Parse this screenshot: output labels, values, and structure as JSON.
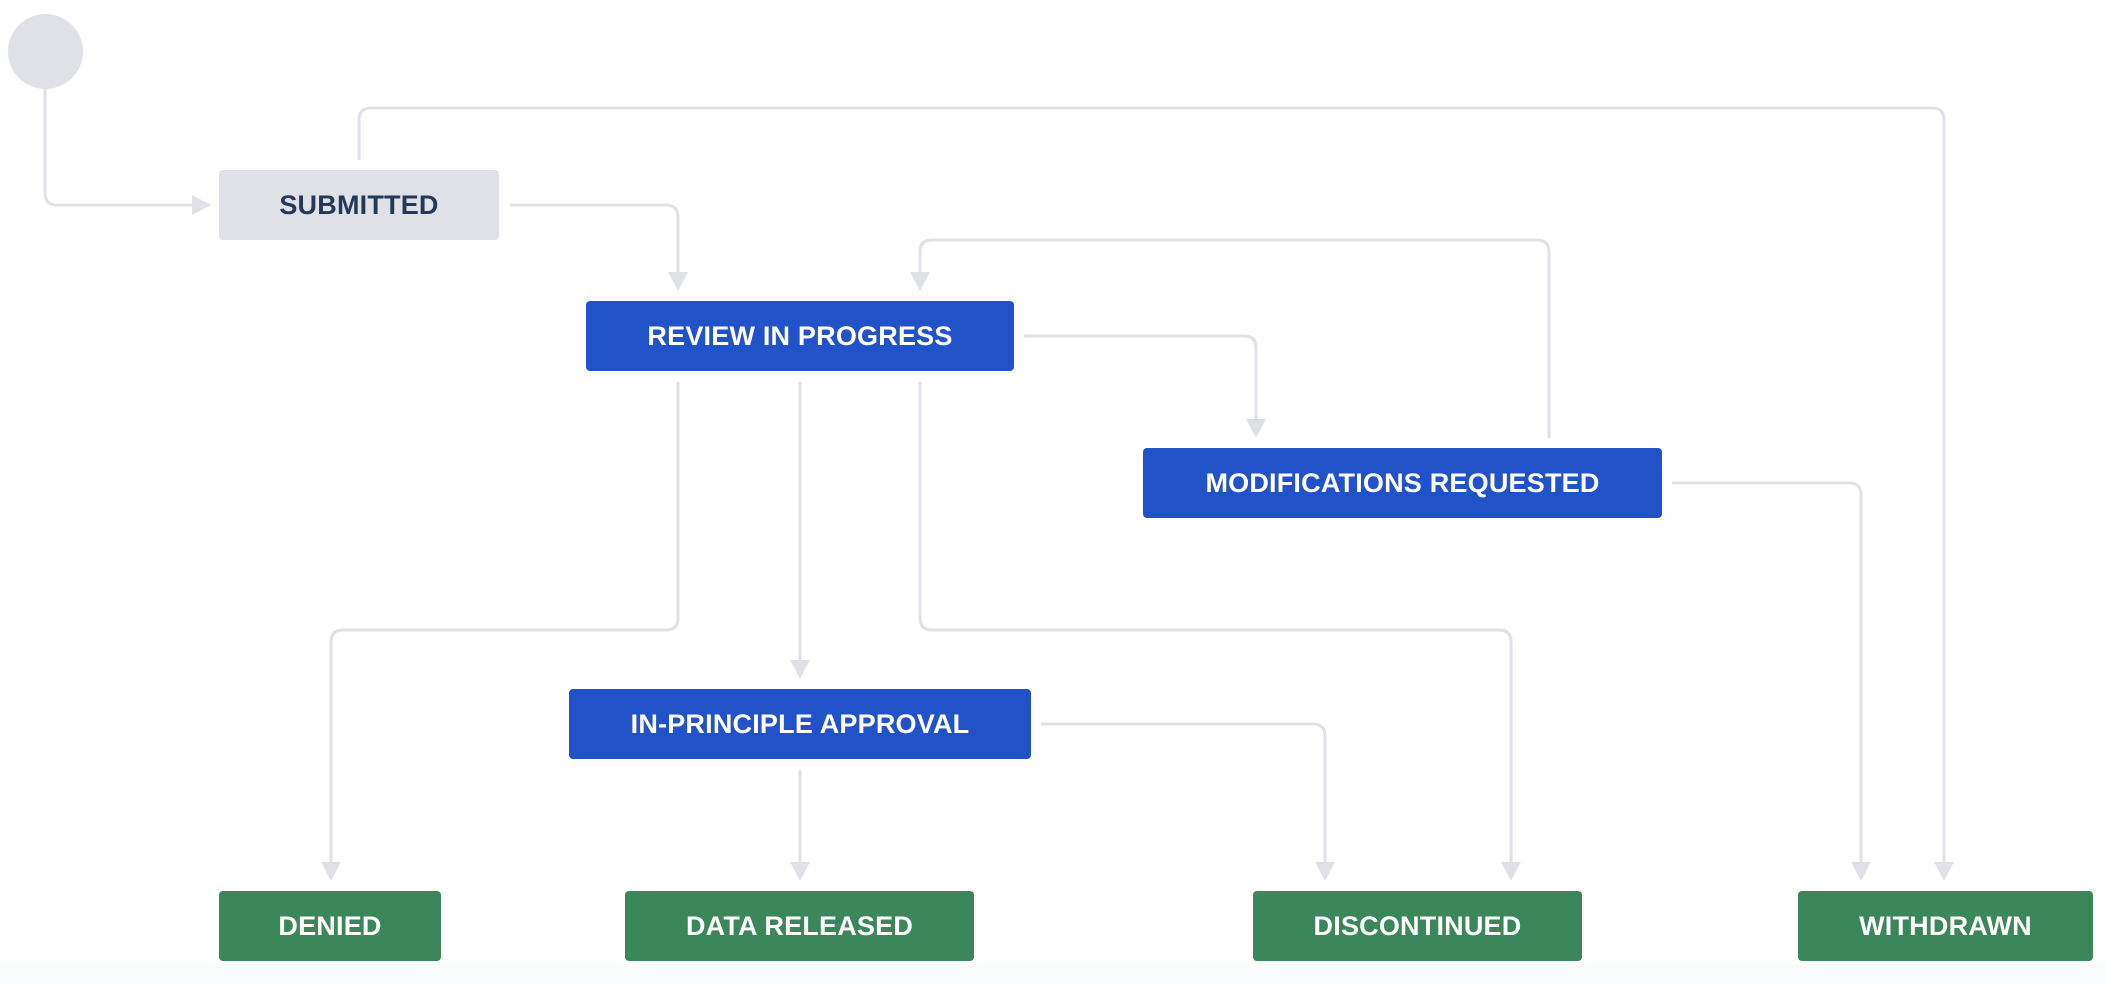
{
  "diagram": {
    "start": {},
    "statuses": {
      "submitted": {
        "label": "SUBMITTED",
        "category": "todo"
      },
      "review": {
        "label": "REVIEW IN PROGRESS",
        "category": "inprogress"
      },
      "modifications": {
        "label": "MODIFICATIONS REQUESTED",
        "category": "inprogress"
      },
      "approval": {
        "label": "IN-PRINCIPLE APPROVAL",
        "category": "inprogress"
      },
      "denied": {
        "label": "DENIED",
        "category": "done"
      },
      "released": {
        "label": "DATA RELEASED",
        "category": "done"
      },
      "discontinued": {
        "label": "DISCONTINUED",
        "category": "done"
      },
      "withdrawn": {
        "label": "WITHDRAWN",
        "category": "done"
      }
    },
    "transitions": [
      {
        "from": "start",
        "to": "submitted"
      },
      {
        "from": "submitted",
        "to": "review"
      },
      {
        "from": "submitted",
        "to": "withdrawn"
      },
      {
        "from": "review",
        "to": "modifications"
      },
      {
        "from": "modifications",
        "to": "review"
      },
      {
        "from": "review",
        "to": "denied"
      },
      {
        "from": "review",
        "to": "approval"
      },
      {
        "from": "review",
        "to": "discontinued"
      },
      {
        "from": "modifications",
        "to": "withdrawn"
      },
      {
        "from": "approval",
        "to": "released"
      },
      {
        "from": "approval",
        "to": "discontinued"
      }
    ],
    "colors": {
      "todo_bg": "#dfe1e6",
      "todo_text": "#253858",
      "inprogress_bg": "#2252c8",
      "done_bg": "#3b865b",
      "edge": "#dfe1e6"
    }
  }
}
